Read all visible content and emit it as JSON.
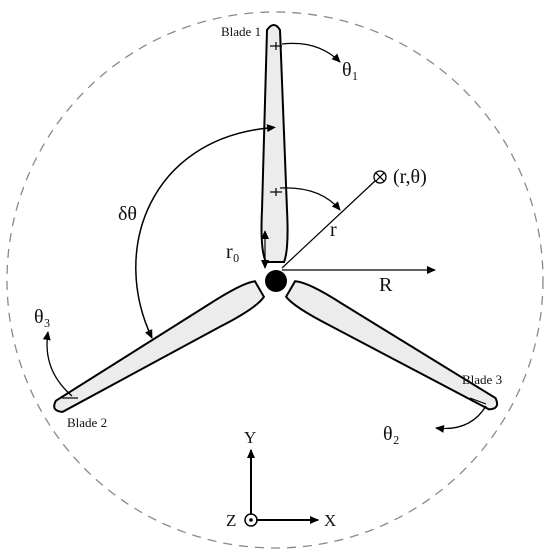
{
  "labels": {
    "blade_1": "Blade 1",
    "blade_2": "Blade 2",
    "blade_3": "Blade 3",
    "theta_1": "θ₁",
    "theta_2": "θ₂",
    "theta_3": "θ₃",
    "delta_theta": "δθ",
    "point": "(r,θ)",
    "r": "r",
    "r0": "r₀",
    "R": "R",
    "axis_x": "X",
    "axis_y": "Y",
    "axis_z": "Z"
  },
  "colors": {
    "blade_fill": "#ececec",
    "stroke": "#000000",
    "dashed_circle": "#8a8a8a"
  },
  "rotor": {
    "blade_count": 3,
    "blade_spacing_deg": 120
  }
}
